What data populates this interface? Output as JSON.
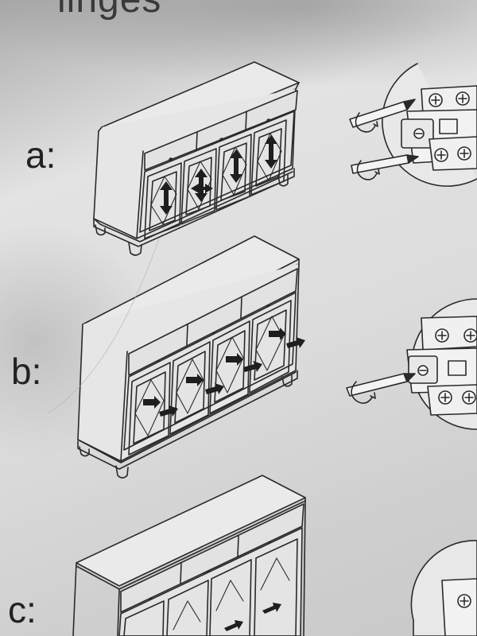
{
  "header": {
    "title_fragment": "linges"
  },
  "steps": [
    {
      "label": "a:"
    },
    {
      "label": "b:"
    },
    {
      "label": "c:"
    }
  ],
  "colors": {
    "ink": "#2a2a2a",
    "paper": "#dedede",
    "shadow": "#a8a8a8"
  }
}
